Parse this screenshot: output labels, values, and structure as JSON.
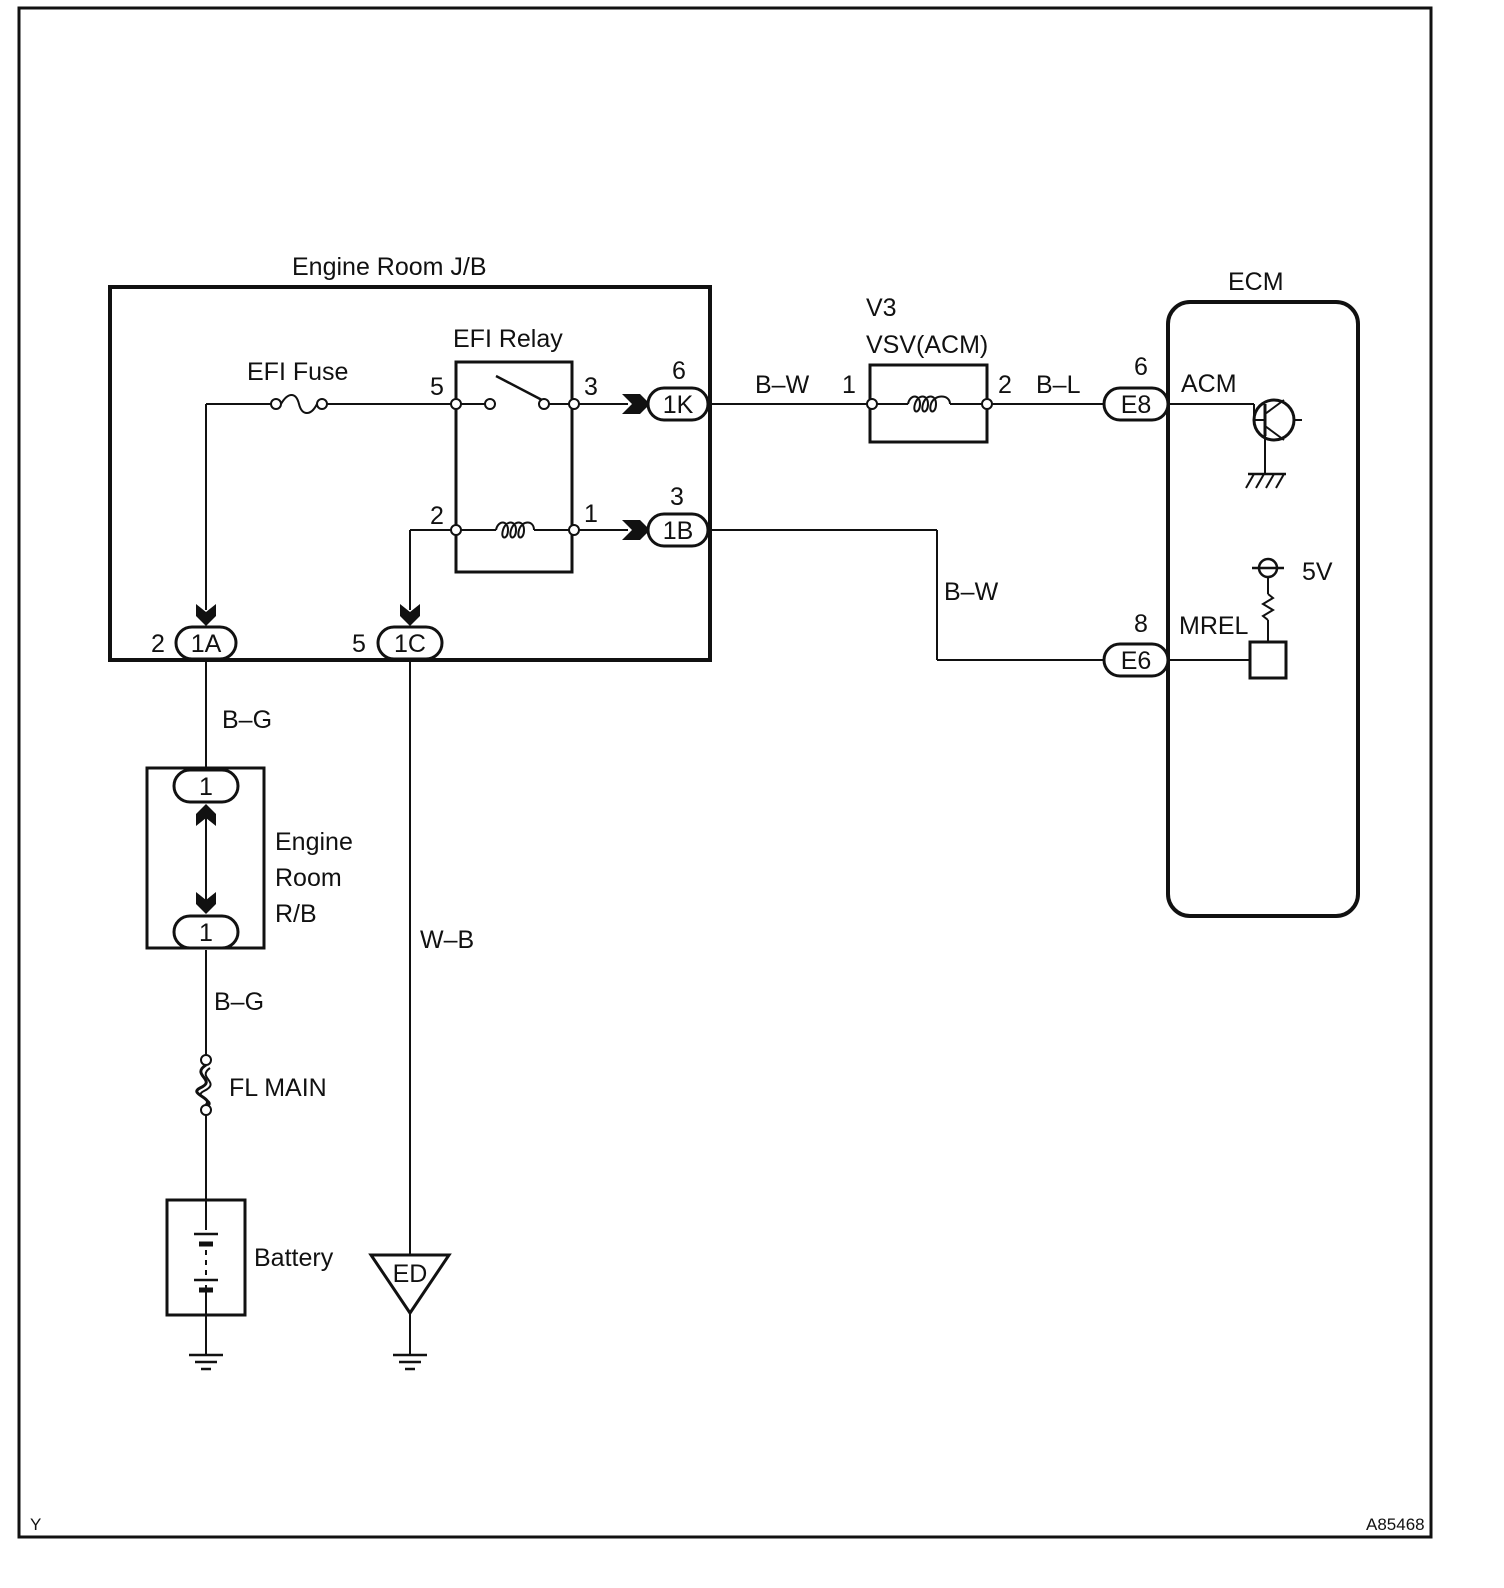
{
  "modules": {
    "jb": "Engine Room J/B",
    "ecm": "ECM",
    "rb": [
      "Engine",
      "Room",
      "R/B"
    ]
  },
  "components": {
    "efi_fuse": "EFI Fuse",
    "efi_relay": "EFI Relay",
    "vsv_id": "V3",
    "vsv_name": "VSV(ACM)",
    "fl_main": "FL MAIN",
    "battery": "Battery",
    "ground_ed": "ED"
  },
  "connectors": {
    "c1K": "1K",
    "c1B": "1B",
    "c1A": "1A",
    "c1C": "1C",
    "cE8": "E8",
    "cE6": "E6",
    "rb_top": "1",
    "rb_bottom": "1"
  },
  "pins": {
    "relay_5": "5",
    "relay_3": "3",
    "relay_2": "2",
    "relay_1": "1",
    "p1K": "6",
    "p1B": "3",
    "p1A": "2",
    "p1C": "5",
    "vsv_1": "1",
    "vsv_2": "2",
    "pE8": "6",
    "pE6": "8"
  },
  "wires": {
    "bw_top": "B–W",
    "bl": "B–L",
    "bw_right": "B–W",
    "bg_top": "B–G",
    "bg_bottom": "B–G",
    "wb": "W–B"
  },
  "ecm_terminals": {
    "acm": "ACM",
    "mrel": "MREL",
    "v5": "5V"
  },
  "footer": {
    "left": "Y",
    "right": "A85468"
  }
}
